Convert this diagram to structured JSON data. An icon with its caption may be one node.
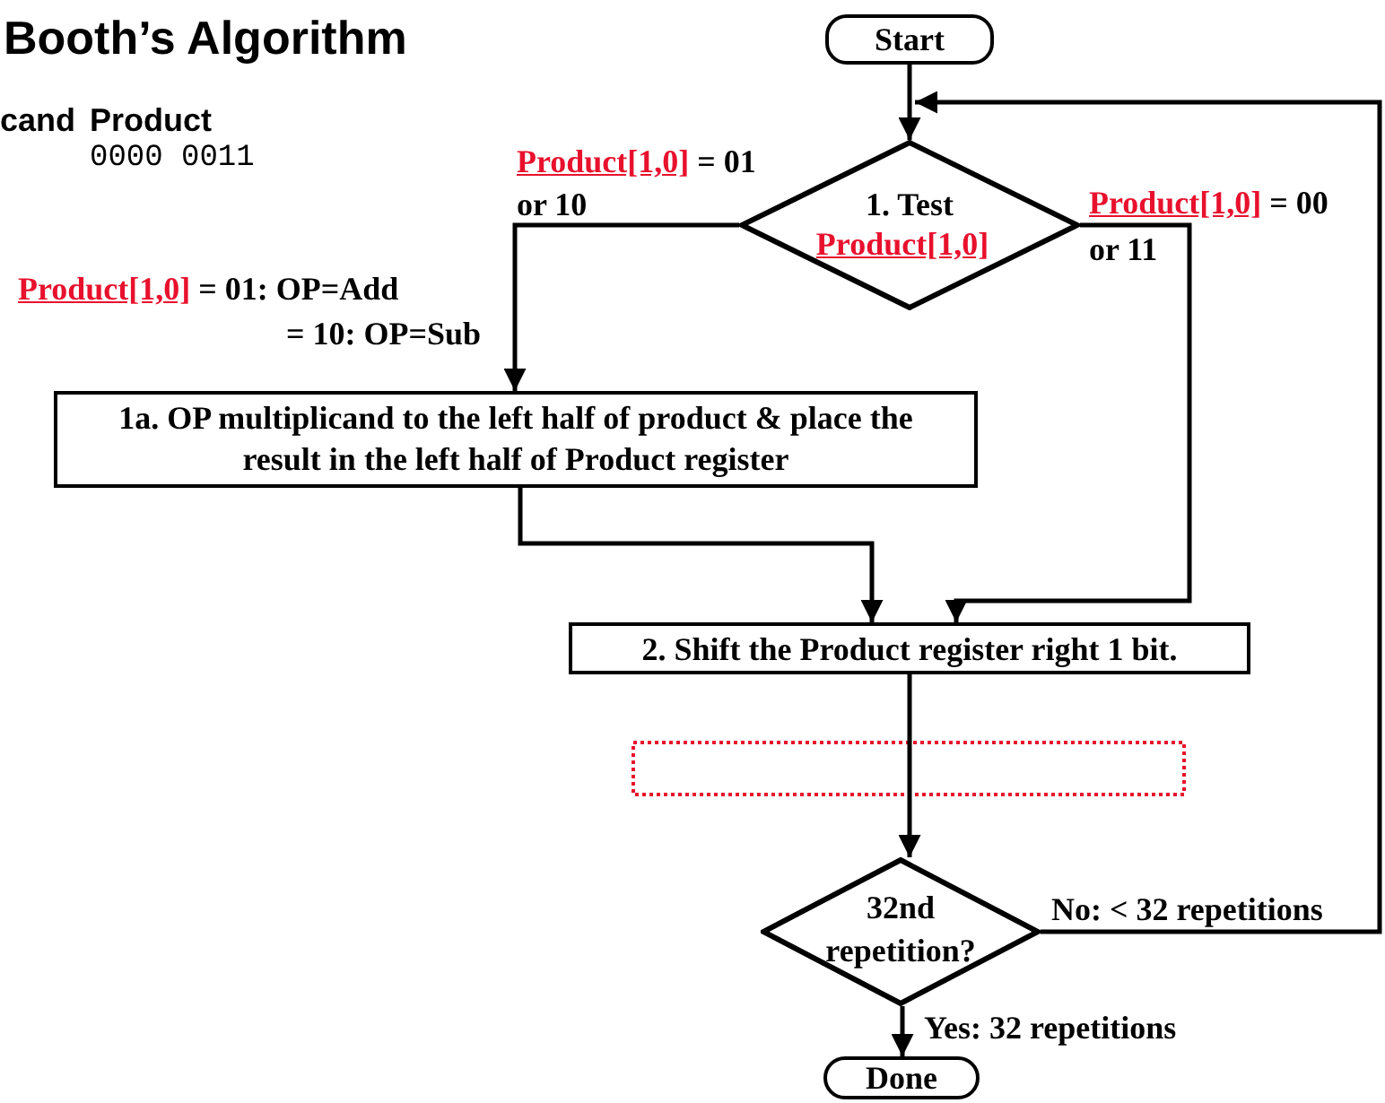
{
  "diagram": {
    "title": "Booth’s Algorithm",
    "nodes": [
      {
        "text": [
          "Start"
        ]
      },
      {
        "text": [
          "1. Test",
          "Product[1,0]"
        ]
      },
      {
        "text": [
          "1a. OP multiplicand to the left half of product & place the result in the left half of Product register"
        ]
      },
      {
        "text": [
          "2. Shift the Product register right 1 bit."
        ]
      },
      {
        "text": [
          "32nd repetition?"
        ]
      },
      {
        "text": [
          "Done"
        ]
      }
    ],
    "edges": [
      {
        "from": 0,
        "to": 1,
        "arrow": "to"
      },
      {
        "from": 1,
        "to": 2,
        "arrow": "to",
        "label": "Product[1,0] = 01 or 10"
      },
      {
        "from": 1,
        "to": 3,
        "arrow": "to",
        "label": "Product[1,0] = 00 or 11"
      },
      {
        "from": 2,
        "to": 3,
        "arrow": "to"
      },
      {
        "from": 3,
        "to": 4,
        "arrow": "to"
      },
      {
        "from": 4,
        "to": 1,
        "arrow": "to",
        "label": "No: < 32 repetitions"
      },
      {
        "from": 4,
        "to": 5,
        "arrow": "to",
        "label": "Yes: 32 repetitions"
      }
    ],
    "labels": [
      "cand",
      "Product",
      "0000 0011",
      "Product[1,0] = 01: OP=Add",
      "= 10: OP=Sub"
    ]
  }
}
